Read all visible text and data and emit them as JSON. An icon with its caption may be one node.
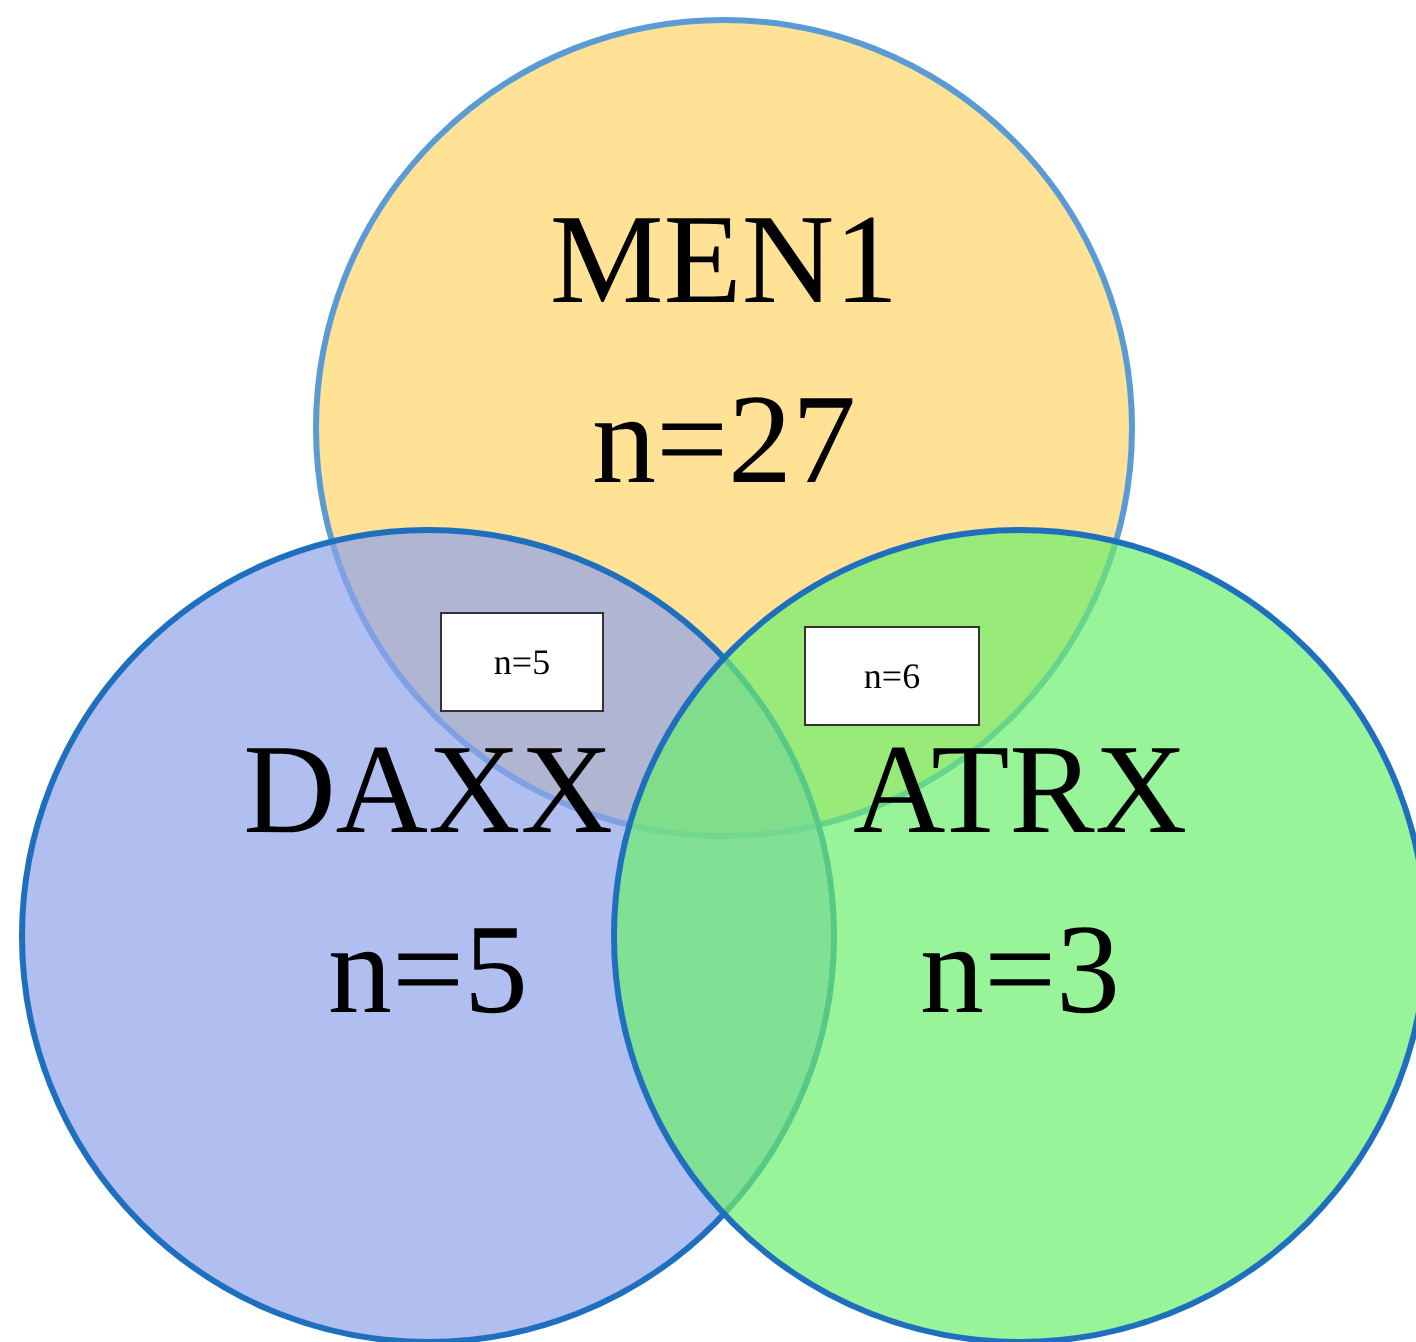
{
  "diagram": {
    "nodes": [
      {
        "text": [
          "MEN1",
          "n=27"
        ]
      },
      {
        "text": [
          "DAXX",
          "n=5"
        ]
      },
      {
        "text": [
          "ATRX",
          "n=3"
        ]
      },
      {
        "text": [
          "n=5"
        ]
      },
      {
        "text": [
          "n=6"
        ]
      }
    ]
  }
}
